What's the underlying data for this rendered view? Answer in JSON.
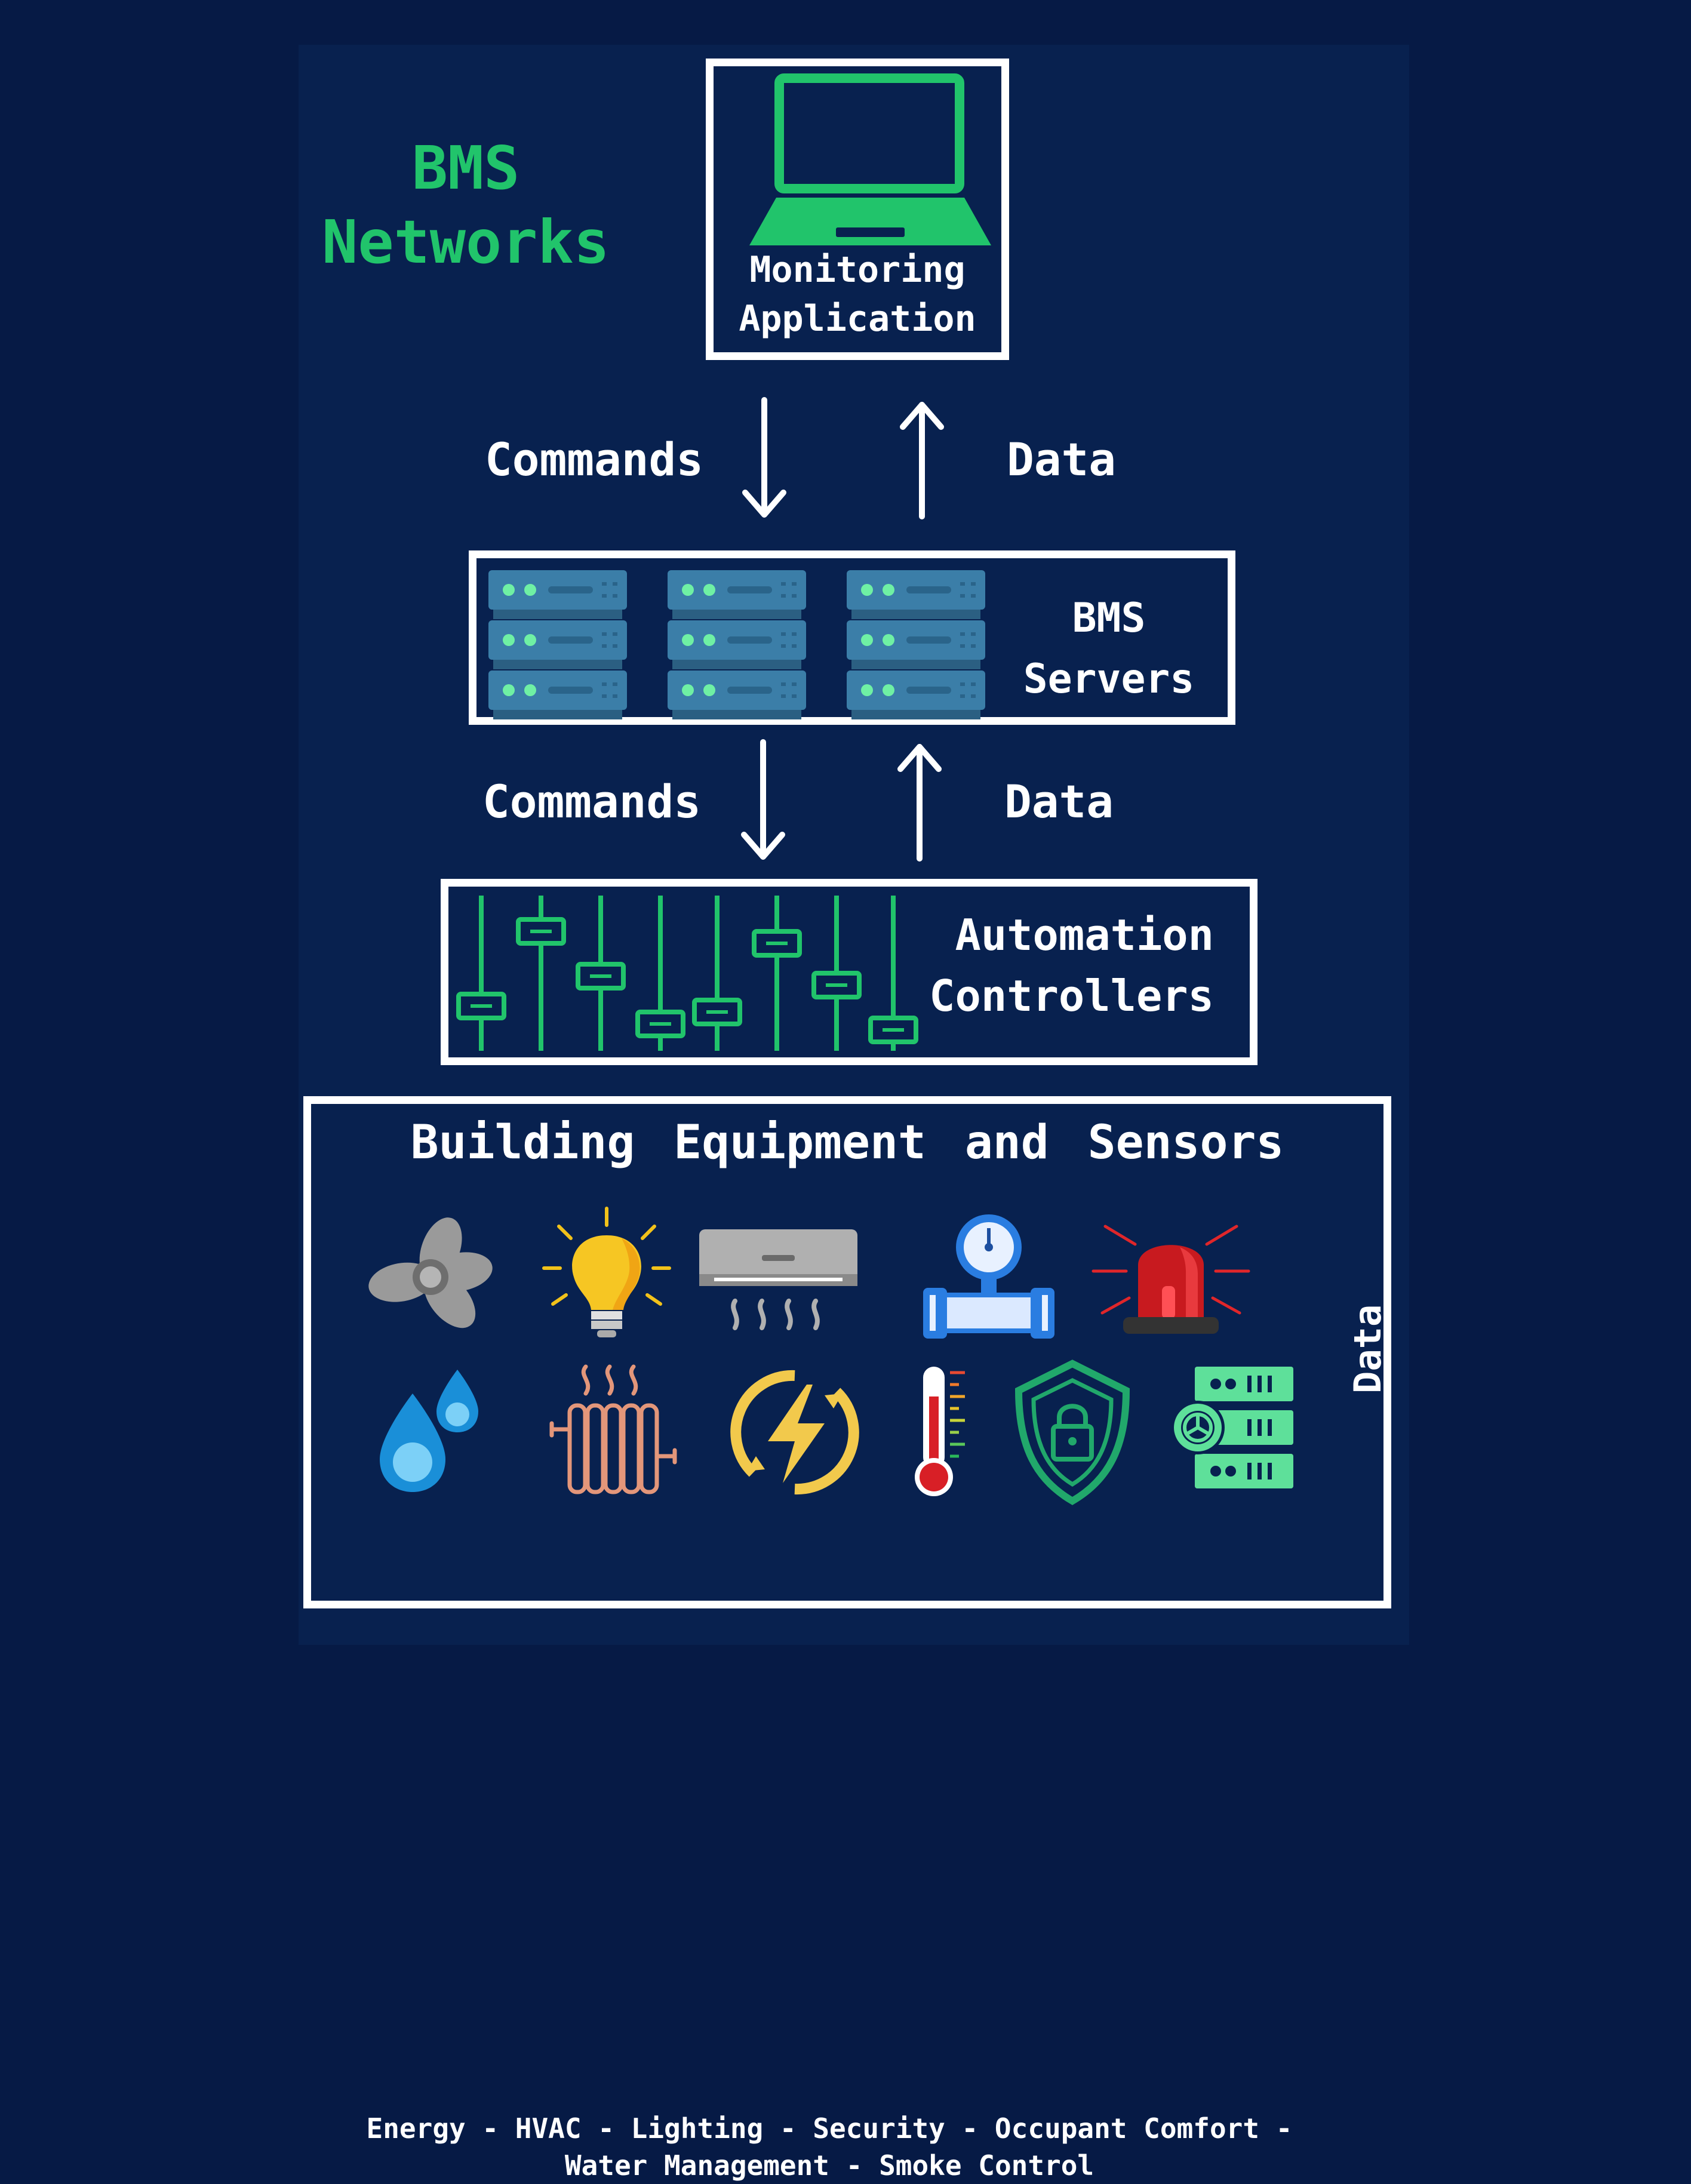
{
  "title": {
    "line1": "BMS",
    "line2": "Networks"
  },
  "monitoring": {
    "line1": "Monitoring",
    "line2": "Application"
  },
  "flow_top": {
    "commands": "Commands",
    "data": "Data"
  },
  "servers": {
    "line1": "BMS",
    "line2": "Servers"
  },
  "flow_mid": {
    "commands": "Commands",
    "data": "Data"
  },
  "controllers": {
    "line1": "Automation",
    "line2": "Controllers"
  },
  "equipment": {
    "title": "Building Equipment and Sensors",
    "side_label": "Data",
    "categories_line1": "Energy - HVAC - Lighting - Security - Occupant Comfort -",
    "categories_line2": "Water Management - Smoke Control",
    "icons_row1": [
      "fan-icon",
      "light-bulb-icon",
      "air-conditioner-icon",
      "pressure-gauge-pipe-icon",
      "alarm-siren-icon"
    ],
    "icons_row2": [
      "water-drops-icon",
      "radiator-icon",
      "energy-bolt-icon",
      "thermometer-icon",
      "security-shield-icon",
      "server-control-icon"
    ]
  },
  "colors": {
    "background": "#061a45",
    "panel": "#08214f",
    "accent_green": "#21c46b",
    "server_blue": "#3b7ea8",
    "white": "#ffffff"
  }
}
